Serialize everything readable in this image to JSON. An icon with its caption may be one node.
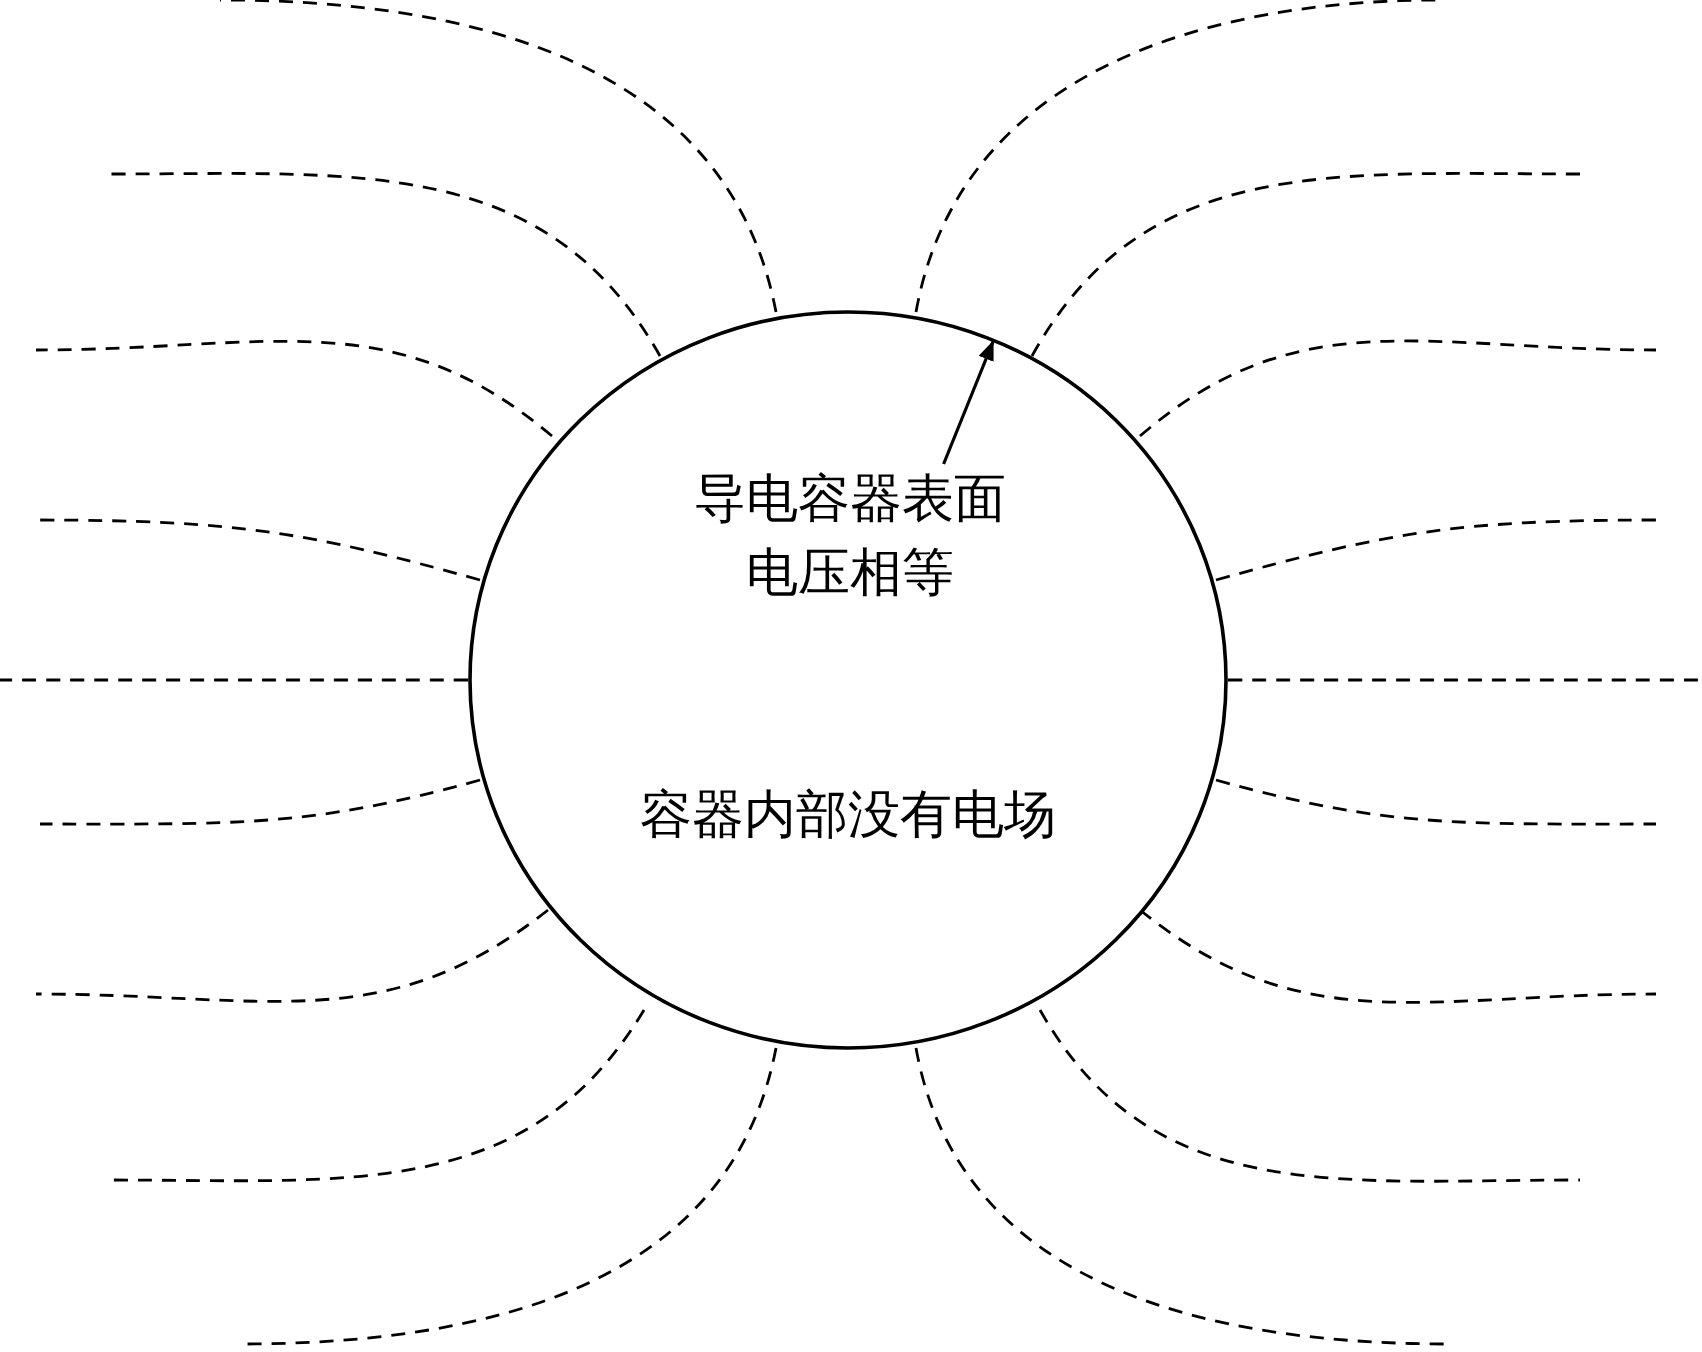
{
  "diagram": {
    "nodes": [
      {
        "text": [
          "容器内部没有电场"
        ]
      },
      {
        "text": [
          "导电容器表面电压相等"
        ],
        "in": 0
      }
    ],
    "edges": [
      {
        "from": 1,
        "to": 0,
        "arrow": "to"
      }
    ]
  }
}
